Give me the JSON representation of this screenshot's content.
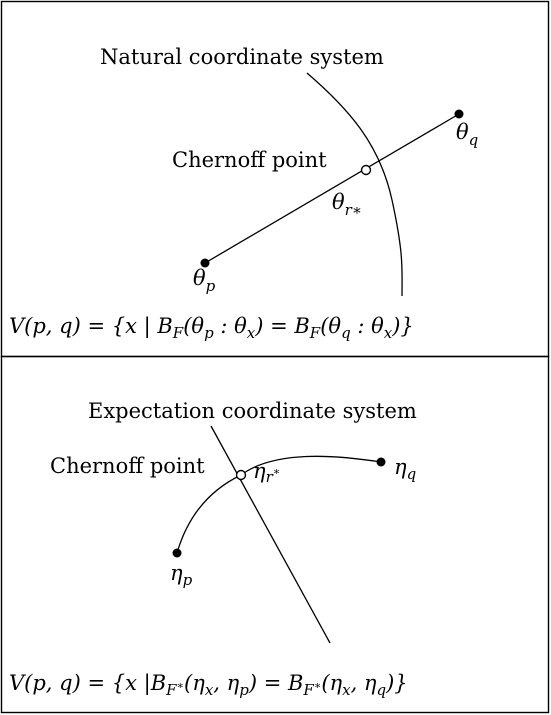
{
  "top_panel": {
    "title": "Natural coordinate system",
    "chernoff_label": "Chernoff point",
    "theta": "θ",
    "sub_p": "p",
    "sub_q": "q",
    "sub_r": "r",
    "sub_star": "∗",
    "formula": {
      "lhs": "V(p, q) = {x | B",
      "F": "F",
      "part1": "(θ",
      "p": "p",
      "colon1": " : θ",
      "x1": "x",
      "mid": ") = B",
      "F2": "F",
      "part2": "(θ",
      "q": "q",
      "colon2": " : θ",
      "x2": "x",
      "end": ")}"
    }
  },
  "bottom_panel": {
    "title": "Expectation coordinate system",
    "chernoff_label": "Chernoff point",
    "eta": "η",
    "sub_p": "p",
    "sub_q": "q",
    "sub_r": "r",
    "sub_star": "∗",
    "formula": {
      "lhs": "V(p, q) = {x |B",
      "F": "F",
      "star1": "∗",
      "part1": "(η",
      "x1": "x",
      "comma1": ", η",
      "p": "p",
      "mid": ") = B",
      "F2": "F",
      "star2": "∗",
      "part2": "(η",
      "x2": "x",
      "comma2": ", η",
      "q": "q",
      "end": ")}"
    }
  }
}
